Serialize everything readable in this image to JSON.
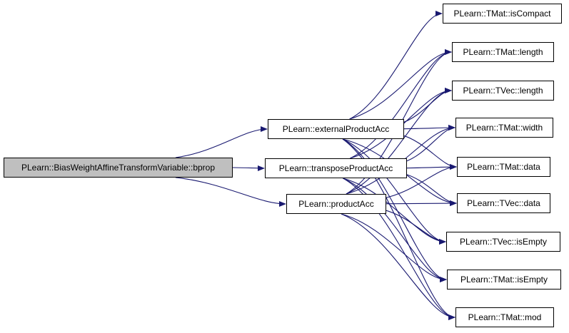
{
  "diagram": {
    "edge_color": "#191970",
    "root_fill": "#bfbfbf",
    "nodes": {
      "bprop": "PLearn::BiasWeightAffineTransformVariable::bprop",
      "externalProductAcc": "PLearn::externalProductAcc",
      "transposeProductAcc": "PLearn::transposeProductAcc",
      "productAcc": "PLearn::productAcc",
      "tmat_isCompact": "PLearn::TMat::isCompact",
      "tmat_length": "PLearn::TMat::length",
      "tvec_length": "PLearn::TVec::length",
      "tmat_width": "PLearn::TMat::width",
      "tmat_data": "PLearn::TMat::data",
      "tvec_data": "PLearn::TVec::data",
      "tvec_isEmpty": "PLearn::TVec::isEmpty",
      "tmat_isEmpty": "PLearn::TMat::isEmpty",
      "tmat_mod": "PLearn::TMat::mod"
    },
    "edges": [
      [
        "bprop",
        "externalProductAcc"
      ],
      [
        "bprop",
        "transposeProductAcc"
      ],
      [
        "bprop",
        "productAcc"
      ],
      [
        "externalProductAcc",
        "tmat_isCompact"
      ],
      [
        "externalProductAcc",
        "tmat_length"
      ],
      [
        "externalProductAcc",
        "tvec_length"
      ],
      [
        "externalProductAcc",
        "tmat_width"
      ],
      [
        "externalProductAcc",
        "tmat_data"
      ],
      [
        "externalProductAcc",
        "tvec_data"
      ],
      [
        "externalProductAcc",
        "tvec_isEmpty"
      ],
      [
        "externalProductAcc",
        "tmat_isEmpty"
      ],
      [
        "externalProductAcc",
        "tmat_mod"
      ],
      [
        "transposeProductAcc",
        "tmat_length"
      ],
      [
        "transposeProductAcc",
        "tvec_length"
      ],
      [
        "transposeProductAcc",
        "tmat_width"
      ],
      [
        "transposeProductAcc",
        "tmat_data"
      ],
      [
        "transposeProductAcc",
        "tvec_data"
      ],
      [
        "transposeProductAcc",
        "tvec_isEmpty"
      ],
      [
        "transposeProductAcc",
        "tmat_isEmpty"
      ],
      [
        "transposeProductAcc",
        "tmat_mod"
      ],
      [
        "productAcc",
        "tmat_length"
      ],
      [
        "productAcc",
        "tvec_length"
      ],
      [
        "productAcc",
        "tmat_width"
      ],
      [
        "productAcc",
        "tmat_data"
      ],
      [
        "productAcc",
        "tvec_data"
      ],
      [
        "productAcc",
        "tvec_isEmpty"
      ],
      [
        "productAcc",
        "tmat_isEmpty"
      ],
      [
        "productAcc",
        "tmat_mod"
      ]
    ]
  }
}
